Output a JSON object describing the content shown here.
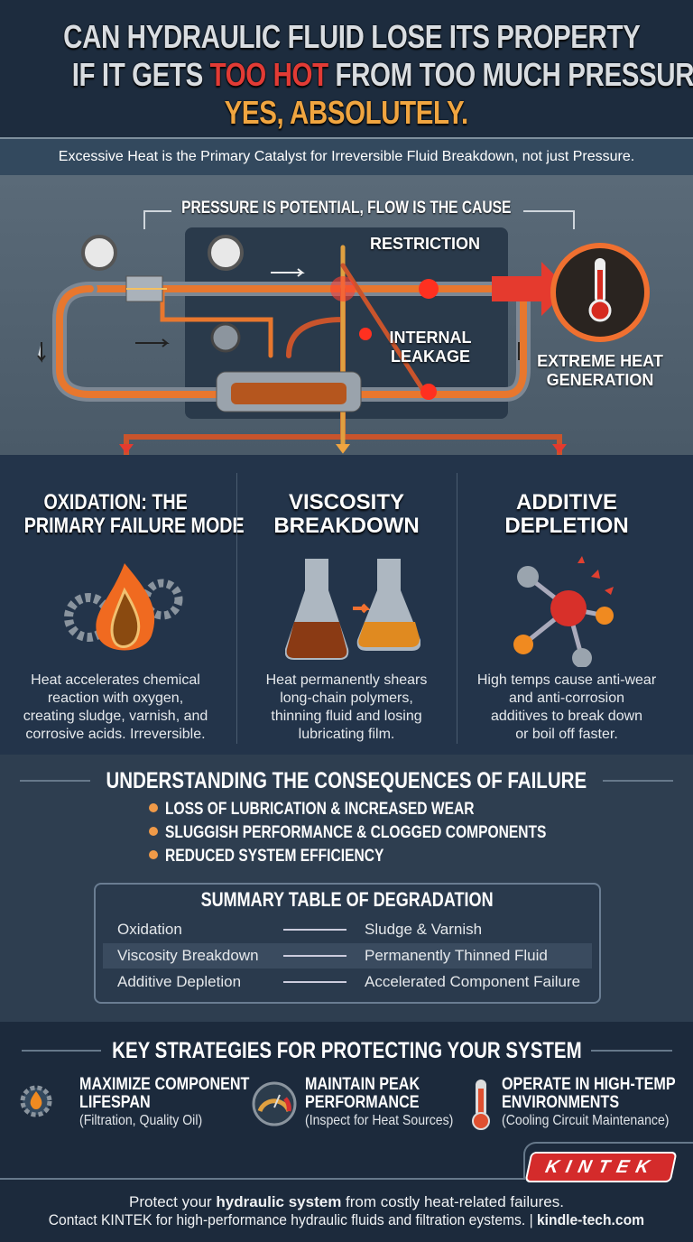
{
  "header": {
    "line1": "CAN HYDRAULIC FLUID LOSE ITS PROPERTY",
    "line2_a": "IF IT GETS ",
    "line2_hot": "TOO HOT",
    "line2_b": " FROM TOO MUCH PRESSURE?",
    "answer": "YES, ABSOLUTELY."
  },
  "subtitle": "Excessive Heat is the Primary Catalyst for Irreversible Fluid Breakdown, not just Pressure.",
  "diagram": {
    "title": "PRESSURE IS POTENTIAL, FLOW IS THE CAUSE",
    "restriction": "RESTRICTION",
    "leakage_1": "INTERNAL",
    "leakage_2": "LEAKAGE",
    "heat_1": "EXTREME HEAT",
    "heat_2": "GENERATION"
  },
  "columns": [
    {
      "title_1": "OXIDATION: THE",
      "title_2": "PRIMARY FAILURE MODE",
      "icon": "flame-gears-oil-drop-icon",
      "desc": [
        "Heat accelerates chemical",
        "reaction with oxygen,",
        "creating sludge, varnish, and",
        "corrosive acids. Irreversible."
      ]
    },
    {
      "title_1": "VISCOSITY",
      "title_2": "BREAKDOWN",
      "icon": "flasks-icon",
      "desc": [
        "Heat permanently shears",
        "long-chain polymers,",
        "thinning fluid and losing",
        "lubricating film."
      ]
    },
    {
      "title_1": "ADDITIVE",
      "title_2": "DEPLETION",
      "icon": "molecule-breaking-icon",
      "desc": [
        "High temps cause anti-wear",
        "and anti-corrosion",
        "additives to break down",
        "or boil off faster."
      ]
    }
  ],
  "consequences": {
    "title": "UNDERSTANDING THE CONSEQUENCES OF FAILURE",
    "items": [
      "LOSS OF LUBRICATION & INCREASED WEAR",
      "SLUGGISH PERFORMANCE & CLOGGED COMPONENTS",
      "REDUCED SYSTEM EFFICIENCY"
    ]
  },
  "summary": {
    "title": "SUMMARY TABLE OF DEGRADATION",
    "rows": [
      {
        "cause": "Oxidation",
        "effect": "Sludge & Varnish"
      },
      {
        "cause": "Viscosity Breakdown",
        "effect": "Permanently Thinned Fluid"
      },
      {
        "cause": "Additive Depletion",
        "effect": "Accelerated Component Failure"
      }
    ]
  },
  "strategies": {
    "title": "KEY STRATEGIES FOR PROTECTING YOUR SYSTEM",
    "items": [
      {
        "title_1": "MAXIMIZE COMPONENT",
        "title_2": "LIFESPAN",
        "sub": "(Filtration, Quality Oil)",
        "icon": "gear-oil-drop-icon"
      },
      {
        "title_1": "MAINTAIN PEAK",
        "title_2": "PERFORMANCE",
        "sub": "(Inspect for Heat Sources)",
        "icon": "gauge-icon"
      },
      {
        "title_1": "OPERATE IN HIGH-TEMP",
        "title_2": "ENVIRONMENTS",
        "sub": "(Cooling Circuit Maintenance)",
        "icon": "thermometer-icon"
      }
    ]
  },
  "brand": "KINTEK",
  "footer": {
    "l1_a": "Protect your ",
    "l1_b": "hydraulic system",
    "l1_c": " from costly heat-related failures.",
    "l2_a": "Contact KINTEK for high-performance hydraulic fluids and filtration eystems. | ",
    "l2_b": "kindle-tech.com"
  },
  "colors": {
    "accent_red": "#e23b35",
    "accent_orange": "#f0a540",
    "brand_red": "#d42b2b"
  }
}
